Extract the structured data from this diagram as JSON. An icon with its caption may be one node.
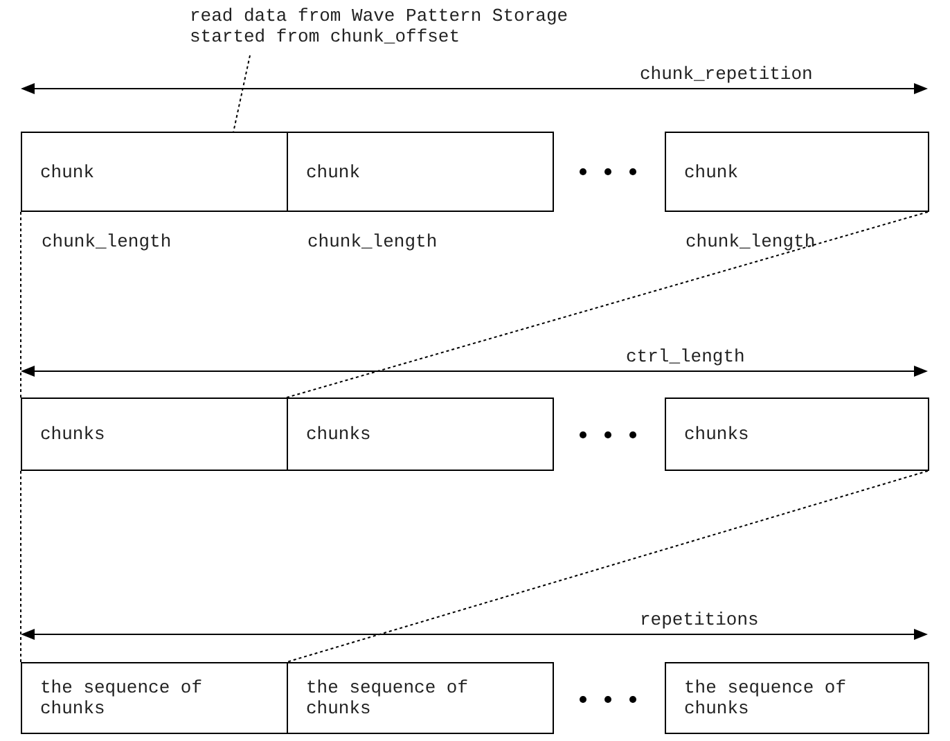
{
  "diagram": {
    "nodes": [
      {
        "text": [
          "read data from Wave Pattern Storage started from chunk_offset"
        ]
      },
      {
        "text": [
          "chunk"
        ],
        "beside": [
          "chunk_length"
        ]
      },
      {
        "text": [
          "chunk"
        ],
        "beside": [
          "chunk_length"
        ]
      },
      {
        "text": [
          "chunk"
        ],
        "beside": [
          "chunk_length"
        ]
      },
      {
        "text": [
          "chunks"
        ]
      },
      {
        "text": [
          "chunks"
        ]
      },
      {
        "text": [
          "chunks"
        ]
      },
      {
        "text": [
          "the sequence of chunks"
        ]
      },
      {
        "text": [
          "the sequence of chunks"
        ]
      },
      {
        "text": [
          "the sequence of chunks"
        ]
      }
    ],
    "edges": [
      {
        "from": 0,
        "to": 1,
        "arrow": "none",
        "style": "dashed"
      },
      {
        "from": 1,
        "to": 4,
        "arrow": "none",
        "style": "dashed"
      },
      {
        "from": 3,
        "to": 4,
        "arrow": "none",
        "style": "dashed"
      },
      {
        "from": 4,
        "to": 7,
        "arrow": "none",
        "style": "dashed"
      },
      {
        "from": 6,
        "to": 7,
        "arrow": "none",
        "style": "dashed"
      }
    ],
    "labels": [
      "chunk_repetition",
      "ctrl_length",
      "repetitions"
    ]
  }
}
